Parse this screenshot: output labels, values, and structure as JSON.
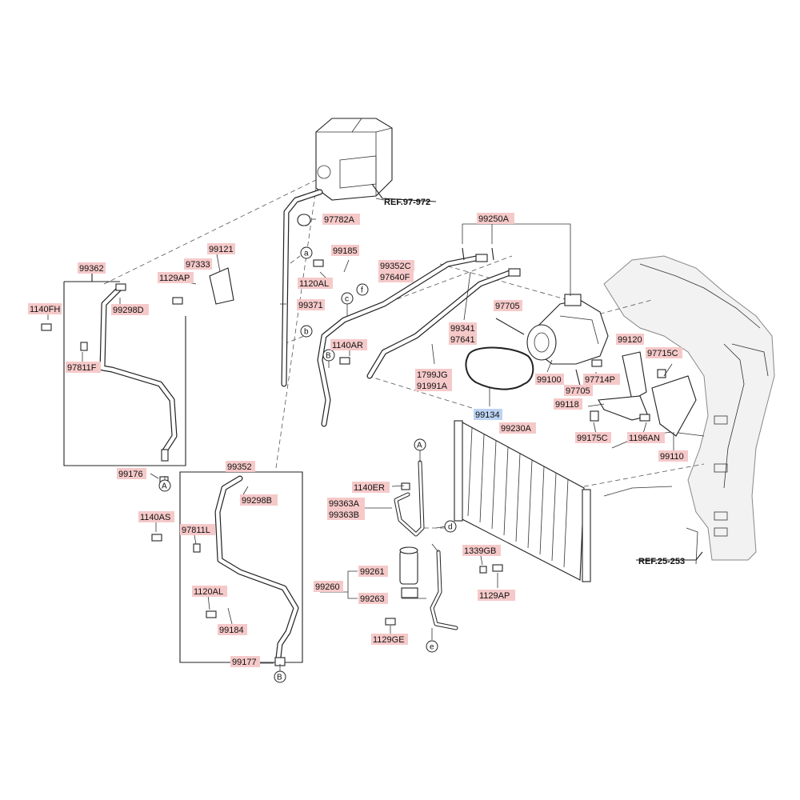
{
  "colors": {
    "label_highlight": "#f6c9c9",
    "label_selected": "#bcd3f3",
    "line": "#222222",
    "background": "#ffffff"
  },
  "refs": [
    "REF.97-972",
    "REF.25-253"
  ],
  "callouts": [
    "a",
    "b",
    "c",
    "f",
    "d",
    "e",
    "A",
    "B"
  ],
  "parts": [
    "97782A",
    "99250A",
    "99121",
    "97333",
    "99185",
    "1129AP",
    "99352C",
    "97640F",
    "99362",
    "1120AL",
    "99371",
    "1140FH",
    "99298D",
    "97705",
    "99341",
    "97641",
    "1140AR",
    "99120",
    "97715C",
    "97811F",
    "1799JG",
    "91991A",
    "99100",
    "97714P",
    "97705",
    "99118",
    "99134",
    "99230A",
    "99175C",
    "1196AN",
    "99110",
    "99176",
    "99352",
    "99298B",
    "1140ER",
    "99363A",
    "99363B",
    "1140AS",
    "97811L",
    "1339GB",
    "99261",
    "99260",
    "1129AP",
    "99263",
    "1120AL",
    "1129GE",
    "99184",
    "99177"
  ],
  "selected_part": "99134"
}
